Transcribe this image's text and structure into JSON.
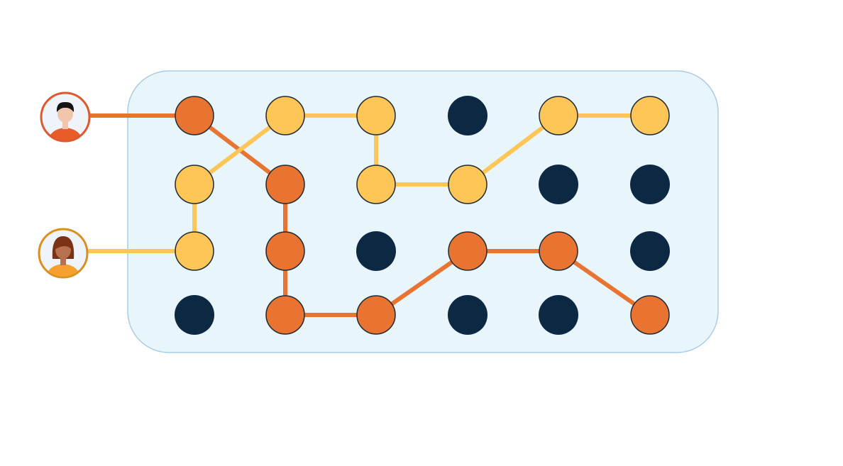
{
  "colors": {
    "background": "#ffffff",
    "panel_fill": "#e8f5fb",
    "panel_stroke": "#a9cce4",
    "orange": "#e97432",
    "yellow": "#fdc656",
    "dark": "#0d2843",
    "node_outline": "#1e2a36"
  },
  "grid": {
    "rows": 4,
    "cols": 6
  },
  "nodes": [
    [
      "orange",
      "yellow",
      "yellow",
      "dark",
      "yellow",
      "yellow"
    ],
    [
      "yellow",
      "orange",
      "yellow",
      "yellow",
      "dark",
      "dark"
    ],
    [
      "yellow",
      "orange",
      "dark",
      "orange",
      "orange",
      "dark"
    ],
    [
      "dark",
      "orange",
      "orange",
      "dark",
      "dark",
      "orange"
    ]
  ],
  "users": [
    {
      "name": "user-male-avatar",
      "icon": "person-male-icon",
      "color": "orange",
      "connects_to": [
        0,
        0
      ]
    },
    {
      "name": "user-female-avatar",
      "icon": "person-female-icon",
      "color": "yellow",
      "connects_to": [
        2,
        0
      ]
    }
  ],
  "paths": [
    {
      "name": "orange-path",
      "color": "orange",
      "nodes": [
        [
          0,
          0
        ],
        [
          1,
          1
        ],
        [
          2,
          1
        ],
        [
          3,
          1
        ],
        [
          3,
          2
        ],
        [
          2,
          3
        ],
        [
          2,
          4
        ],
        [
          3,
          5
        ]
      ]
    },
    {
      "name": "yellow-path",
      "color": "yellow",
      "nodes": [
        [
          2,
          0
        ],
        [
          1,
          0
        ],
        [
          0,
          1
        ],
        [
          0,
          2
        ],
        [
          1,
          2
        ],
        [
          1,
          3
        ],
        [
          0,
          4
        ],
        [
          0,
          5
        ]
      ]
    }
  ]
}
